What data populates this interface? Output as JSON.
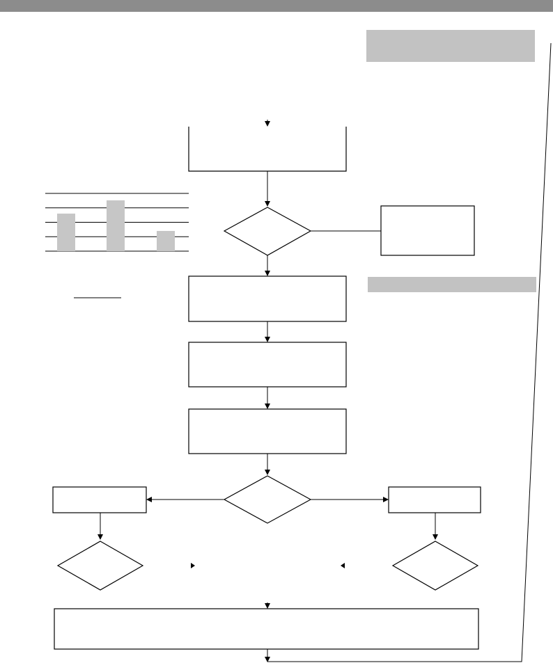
{
  "colors": {
    "header_bar": "#8c8c8c",
    "panel_fill": "#c2c2c2",
    "line": "#000000",
    "bar_fill": "#c6c6c6",
    "background": "#ffffff"
  },
  "mini_chart": {
    "type": "bar",
    "bar_count": 3,
    "gridline_count": 5,
    "relative_values": [
      0.65,
      0.88,
      0.35
    ],
    "has_underline_label": true
  }
}
